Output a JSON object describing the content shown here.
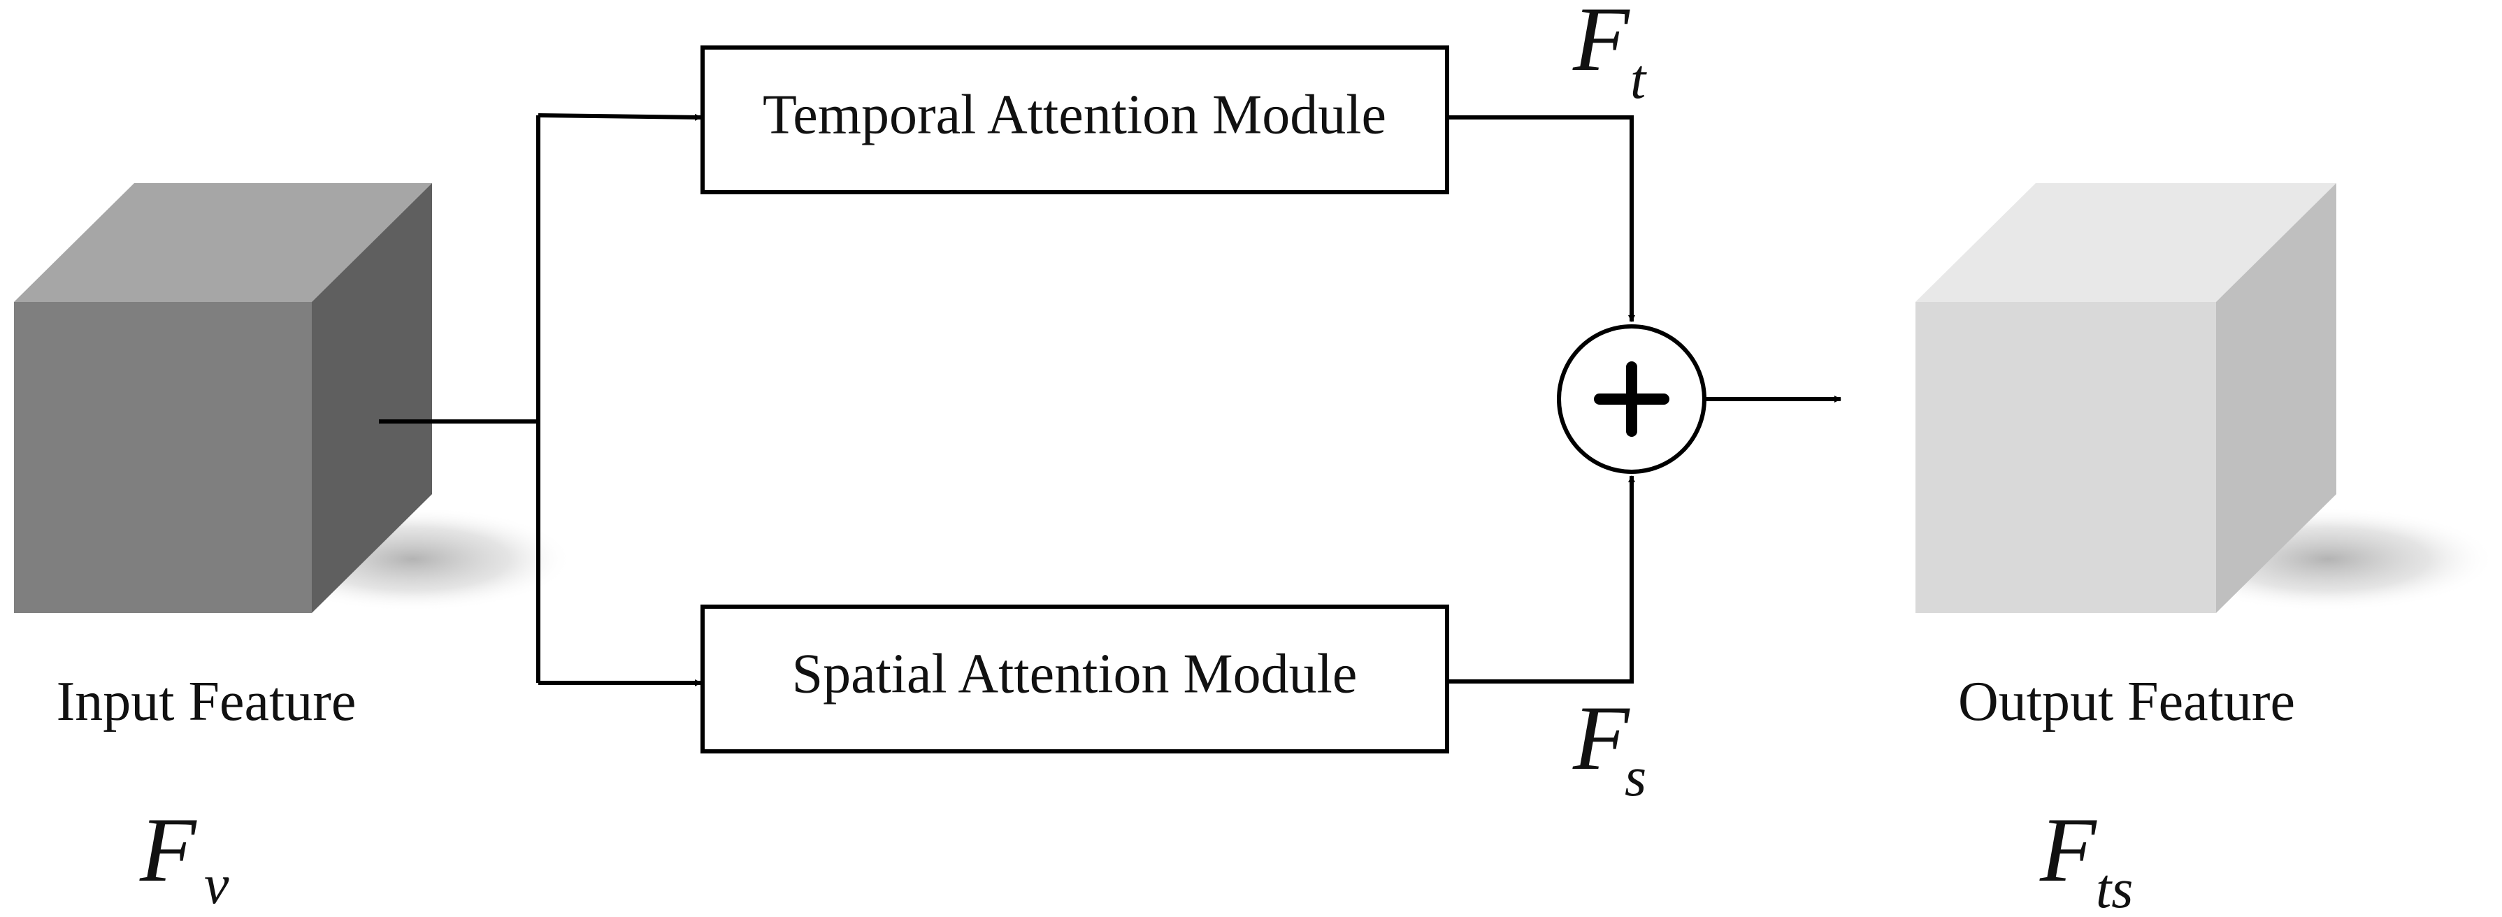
{
  "modules": {
    "temporal": "Temporal Attention Module",
    "spatial": "Spatial Attention Module"
  },
  "features": {
    "input_label": "Input Feature",
    "output_label": "Output Feature"
  },
  "symbols": {
    "input_main": "F",
    "input_sub": "v",
    "temporal_main": "F",
    "temporal_sub": "t",
    "spatial_main": "F",
    "spatial_sub": "s",
    "output_main": "F",
    "output_sub": "ts",
    "sum_sign": "+"
  },
  "colors": {
    "input_front": "#7f7f7f",
    "input_top": "#a6a6a6",
    "input_side": "#5f5f5f",
    "output_front": "#d9d9d9",
    "output_top": "#e8e8e8",
    "output_side": "#bfbfbf",
    "line": "#000000"
  }
}
